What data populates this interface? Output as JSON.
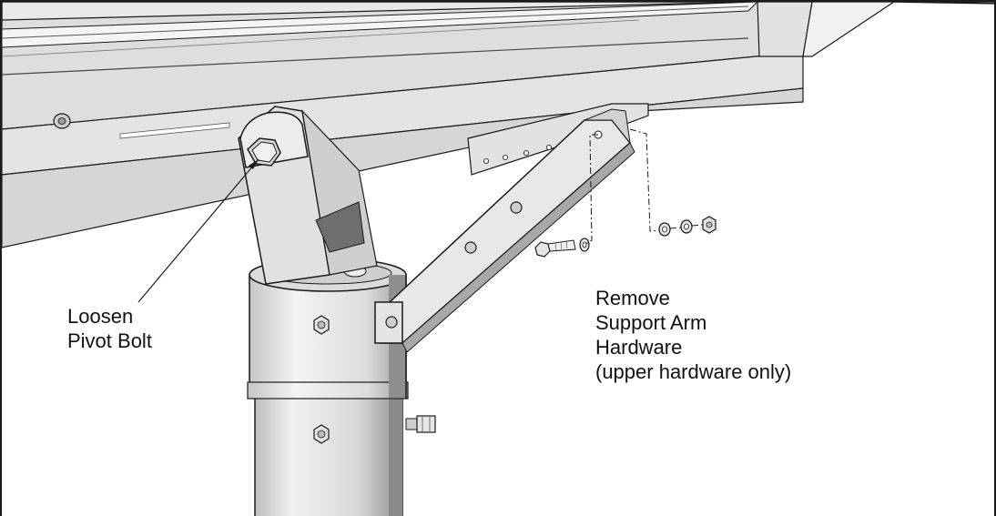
{
  "callouts": {
    "loosen": {
      "line1": "Loosen",
      "line2": "Pivot Bolt"
    },
    "remove": {
      "line1": "Remove",
      "line2": "Support Arm",
      "line3": "Hardware",
      "line4": "(upper hardware only)"
    }
  },
  "parts": {
    "panel_frame": "solar-panel-frame",
    "pivot_bolt": "hex-bolt",
    "support_arm": "support-arm",
    "mounting_pole": "pole",
    "hardware": [
      "bolt",
      "washer",
      "washer",
      "washer",
      "nut"
    ]
  },
  "colors": {
    "outline": "#1a1a1a",
    "metal_light": "#e6e6e6",
    "metal_mid": "#cfcfcf",
    "metal_dark": "#9a9a9a"
  }
}
